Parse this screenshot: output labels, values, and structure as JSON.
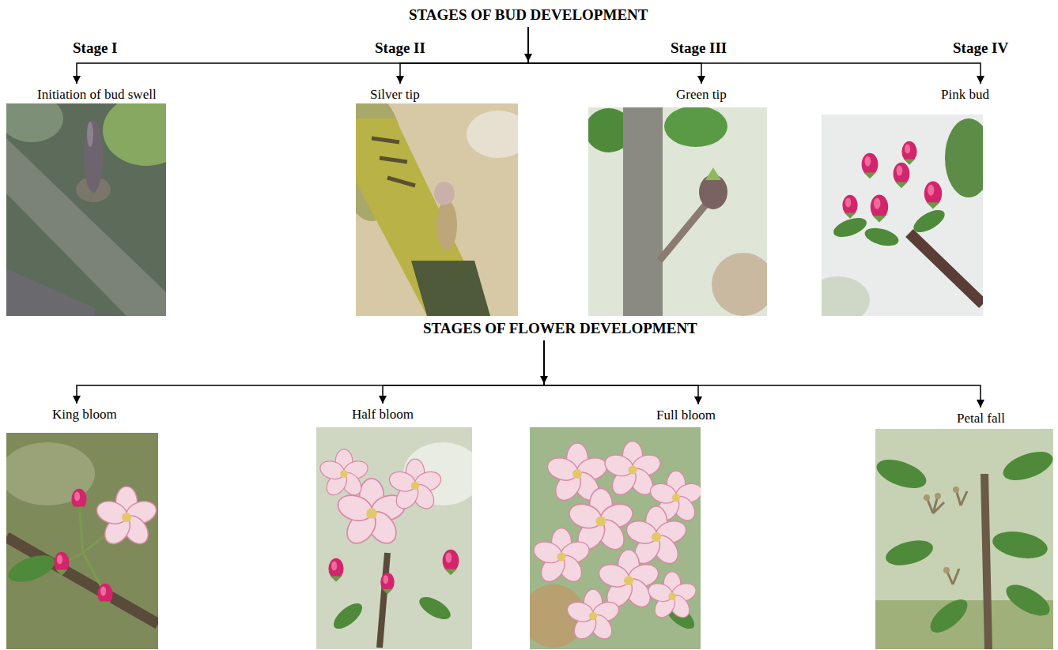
{
  "diagram": {
    "nodes": [
      {
        "text": [
          "STAGES OF BUD DEVELOPMENT"
        ]
      },
      {
        "text": [
          "Initiation of bud swell"
        ]
      },
      {
        "text": [
          "Silver tip"
        ]
      },
      {
        "text": [
          "Green tip"
        ]
      },
      {
        "text": [
          "Pink bud"
        ]
      },
      {
        "text": [
          "STAGES OF FLOWER DEVELOPMENT"
        ]
      },
      {
        "text": [
          "King bloom"
        ]
      },
      {
        "text": [
          "Half bloom"
        ]
      },
      {
        "text": [
          "Full bloom"
        ]
      },
      {
        "text": [
          "Petal fall"
        ]
      }
    ],
    "edges": [
      {
        "from": 0,
        "to": 1,
        "arrow": "to"
      },
      {
        "from": 0,
        "to": 2,
        "arrow": "to"
      },
      {
        "from": 0,
        "to": 3,
        "arrow": "to"
      },
      {
        "from": 0,
        "to": 4,
        "arrow": "to"
      },
      {
        "from": 5,
        "to": 6,
        "arrow": "to"
      },
      {
        "from": 5,
        "to": 7,
        "arrow": "to"
      },
      {
        "from": 5,
        "to": 8,
        "arrow": "to"
      },
      {
        "from": 5,
        "to": 9,
        "arrow": "to"
      }
    ],
    "labels": [
      "Stage I",
      "Stage II",
      "Stage III",
      "Stage IV"
    ]
  }
}
